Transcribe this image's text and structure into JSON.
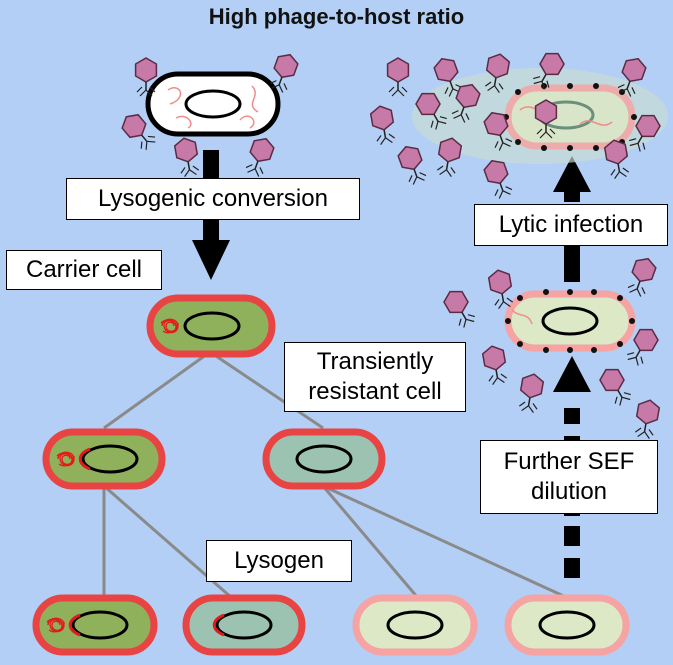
{
  "title": "High phage-to-host ratio",
  "labels": {
    "lysogenic_conversion": "Lysogenic conversion",
    "carrier_cell": "Carrier cell",
    "transiently_resistant_line1": "Transiently",
    "transiently_resistant_line2": "resistant cell",
    "lysogen": "Lysogen",
    "lytic_infection": "Lytic infection",
    "further_sef_line1": "Further SEF",
    "further_sef_line2": "dilution"
  },
  "colors": {
    "background": "#b3cff5",
    "sef_border": "#e84444",
    "sef_border_light": "#f5a3a3",
    "carrier_fill": "#8fb15b",
    "resistant_fill": "#9cc3b1",
    "sensitive_fill": "#dde8c6",
    "phage": "#c77aa7",
    "prophage_dna": "#e41a1a",
    "tree_line": "#8a8a8a"
  }
}
